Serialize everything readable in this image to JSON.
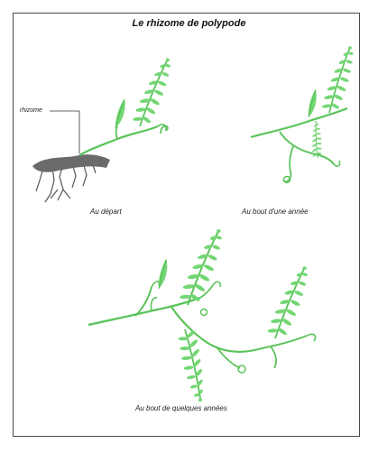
{
  "title": "Le rhizome de polypode",
  "labels": {
    "rhizome": "rhizome"
  },
  "captions": {
    "start": "Au départ",
    "one_year": "Au bout d'une année",
    "several_years": "Au bout de quelques années"
  },
  "colors": {
    "fern_green": "#6ed36e",
    "fern_dark": "#4fb84f",
    "root_dark": "#555555",
    "frame": "#4a4a4a"
  }
}
